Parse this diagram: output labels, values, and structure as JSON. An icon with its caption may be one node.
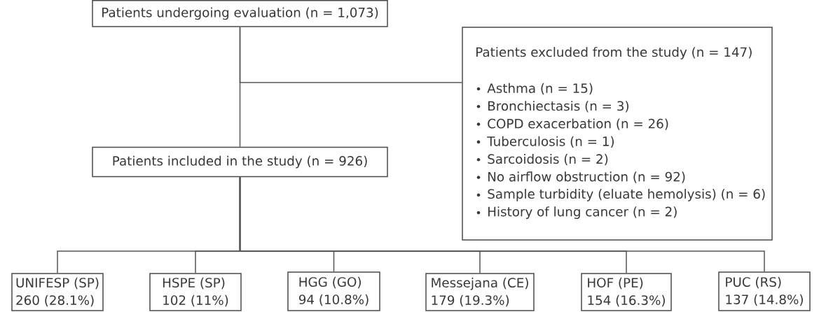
{
  "diagram": {
    "nodes": [
      {
        "text": [
          "Patients undergoing evaluation (n = 1,073)"
        ]
      },
      {
        "text": [
          "Patients excluded from the study (n = 147)",
          "Asthma (n = 15)",
          "Bronchiectasis (n = 3)",
          "COPD exacerbation (n = 26)",
          "Tuberculosis (n = 1)",
          "Sarcoidosis (n = 2)",
          "No airflow obstruction (n = 92)",
          "Sample turbidity (eluate hemolysis) (n = 6)",
          "History of lung cancer (n = 2)"
        ]
      },
      {
        "text": [
          "Patients included in the study (n = 926)"
        ]
      },
      {
        "text": [
          "UNIFESP (SP)",
          "260 (28.1%)"
        ]
      },
      {
        "text": [
          "HSPE (SP)",
          "102 (11%)"
        ]
      },
      {
        "text": [
          "HGG (GO)",
          "94 (10.8%)"
        ]
      },
      {
        "text": [
          "Messejana (CE)",
          "179 (19.3%)"
        ]
      },
      {
        "text": [
          "HOF (PE)",
          "154 (16.3%)"
        ]
      },
      {
        "text": [
          "PUC (RS)",
          "137 (14.8%)"
        ]
      }
    ],
    "edges": [
      {
        "from": 0,
        "to": 1,
        "arrow": "none"
      },
      {
        "from": 0,
        "to": 2,
        "arrow": "none"
      },
      {
        "from": 2,
        "to": 3,
        "arrow": "none"
      },
      {
        "from": 2,
        "to": 4,
        "arrow": "none"
      },
      {
        "from": 2,
        "to": 5,
        "arrow": "none"
      },
      {
        "from": 2,
        "to": 6,
        "arrow": "none"
      },
      {
        "from": 2,
        "to": 7,
        "arrow": "none"
      },
      {
        "from": 2,
        "to": 8,
        "arrow": "none"
      }
    ]
  }
}
